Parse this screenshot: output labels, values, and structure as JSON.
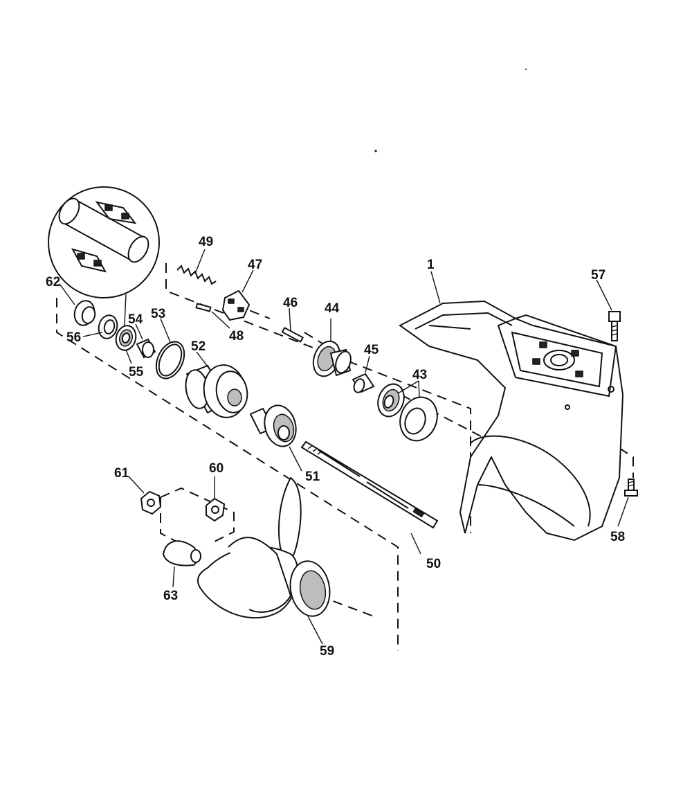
{
  "diagram": {
    "callouts": {
      "p1": "1",
      "p43": "43",
      "p44": "44",
      "p45": "45",
      "p46": "46",
      "p47": "47",
      "p48": "48",
      "p49": "49",
      "p50": "50",
      "p51": "51",
      "p52": "52",
      "p53": "53",
      "p54": "54",
      "p55": "55",
      "p56": "56",
      "p57": "57",
      "p58": "58",
      "p59": "59",
      "p60": "60",
      "p61": "61",
      "p62": "62",
      "p63": "63"
    }
  }
}
